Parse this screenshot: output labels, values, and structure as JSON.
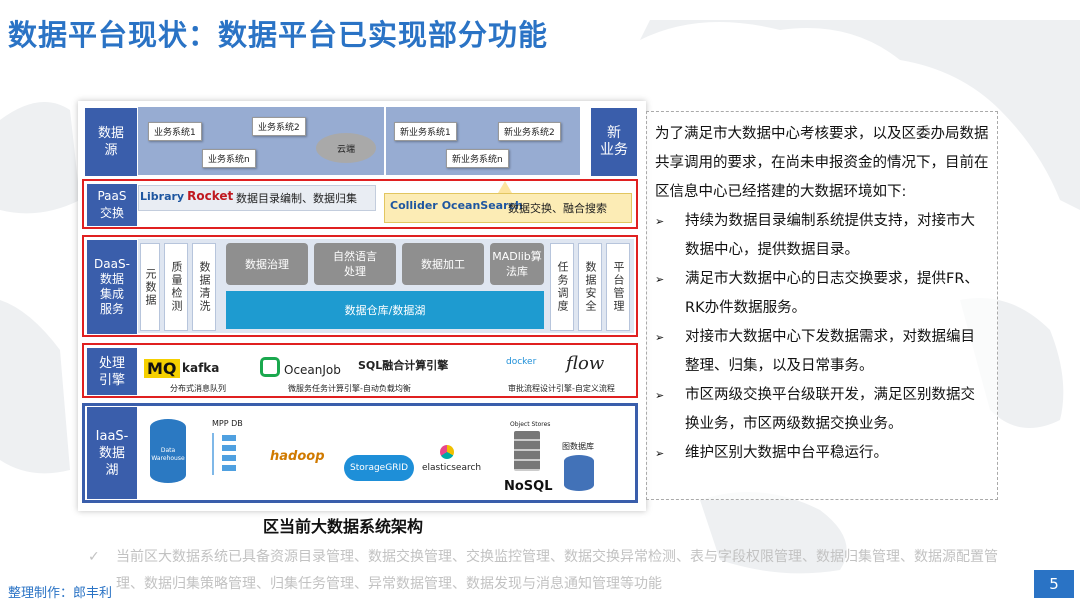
{
  "title": "数据平台现状：数据平台已实现部分功能",
  "diagram": {
    "caption": "区当前大数据系统架构",
    "layers": {
      "source": {
        "label": "数据\n源",
        "systems_left": [
          "业务系统1",
          "业务系统2",
          "业务系统n"
        ],
        "cloud": "云端",
        "systems_right": [
          "新业务系统1",
          "新业务系统2",
          "新业务系统n"
        ],
        "new_label": "新\n业务"
      },
      "paas": {
        "label": "PaaS\n交换",
        "library": "Library",
        "rocket": "Rocket",
        "left_text": "数据目录编制、数据归集",
        "collider": "Collider",
        "oceansearch": "OceanSearch",
        "right_text": "数据交换、融合搜索"
      },
      "daas": {
        "label": "DaaS-\n数据\n集成\n服务",
        "left_cols": [
          "元数据",
          "质量检测",
          "数据清洗"
        ],
        "grey": [
          "数据治理",
          "自然语言\n处理",
          "数据加工",
          "MADlib算\n法库"
        ],
        "warehouse": "数据仓库/数据湖",
        "right_cols": [
          "任务调度",
          "数据安全",
          "平台管理"
        ]
      },
      "engine": {
        "label": "处理\n引擎",
        "mq": "MQ",
        "kafka": "kafka",
        "kafka_cap": "分布式消息队列",
        "oceanjob": "OceanJob",
        "oceanjob_cap": "微服务任务计算引擎-自动负载均衡",
        "sql": "SQL融合计算引擎",
        "docker": "docker",
        "flow": "flow",
        "flow_cap": "审批流程设计引擎-自定义流程"
      },
      "iaas": {
        "label": "IaaS-\n数据\n湖",
        "dw": "Data\nWarehouse",
        "mpp": "MPP DB",
        "hadoop": "hadoop",
        "storage": "StorageGRID",
        "elastic": "elasticsearch",
        "objstore": "Object Stores",
        "nosql": "NoSQL",
        "graph": "图数据库"
      }
    }
  },
  "description": {
    "intro": "为了满足市大数据中心考核要求，以及区委办局数据共享调用的要求，在尚未申报资金的情况下，目前在区信息中心已经搭建的大数据环境如下:",
    "bullet_marker": "➢",
    "bullets": [
      "持续为数据目录编制系统提供支持，对接市大数据中心，提供数据目录。",
      "满足市大数据中心的日志交换要求，提供FR、RK办件数据服务。",
      "对接市大数据中心下发数据需求，对数据编目整理、归集，以及日常事务。",
      "市区两级交换平台级联开发，满足区别数据交换业务，市区两级数据交换业务。",
      "维护区别大数据中台平稳运行。"
    ]
  },
  "note": {
    "check": "✓",
    "text": "当前区大数据系统已具备资源目录管理、数据交换管理、交换监控管理、数据交换异常检测、表与字段权限管理、数据归集管理、数据源配置管理、数据归集策略管理、归集任务管理、异常数据管理、数据发现与消息通知管理等功能"
  },
  "credit": "整理制作：郎丰利",
  "page_number": "5",
  "colors": {
    "accent": "#2a73c5",
    "layer_label": "#3a5eab",
    "highlight": "#e02020",
    "grey_box": "#8f8f8f"
  }
}
